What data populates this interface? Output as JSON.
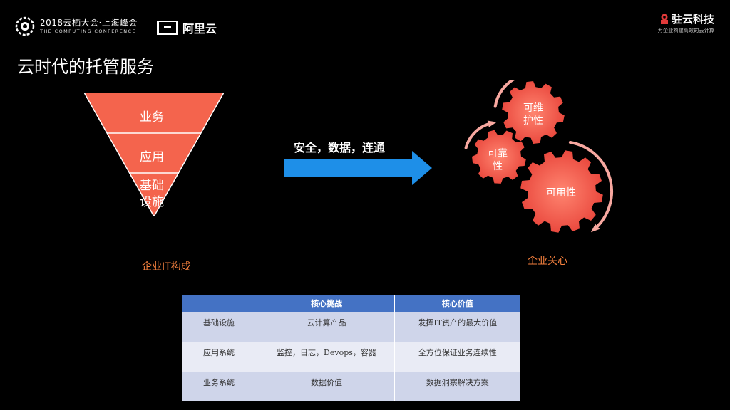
{
  "header": {
    "conference_line1": "2018云栖大会·上海峰会",
    "conference_line2": "THE COMPUTING CONFERENCE",
    "alibaba_cloud": "阿里云",
    "company_name": "驻云科技",
    "company_slogan": "为企业构建高效的云计算"
  },
  "title": "云时代的托管服务",
  "pyramid": {
    "layers": [
      "业务",
      "应用",
      "基础设施"
    ],
    "caption": "企业IT构成",
    "color": "#f4644d"
  },
  "arrow": {
    "label": "安全，数据，连通",
    "color": "#1e8fe8"
  },
  "gears": {
    "items": [
      "可维护性",
      "可靠性",
      "可用性"
    ],
    "caption": "企业关心",
    "color": "#f05a4a"
  },
  "table": {
    "headers": [
      "",
      "核心挑战",
      "核心价值"
    ],
    "rows": [
      [
        "基础设施",
        "云计算产品",
        "发挥IT资产的最大价值"
      ],
      [
        "应用系统",
        "监控，日志，Devops，容器",
        "全方位保证业务连续性"
      ],
      [
        "业务系统",
        "数据价值",
        "数据洞察解决方案"
      ]
    ],
    "header_color": "#4472c4"
  }
}
